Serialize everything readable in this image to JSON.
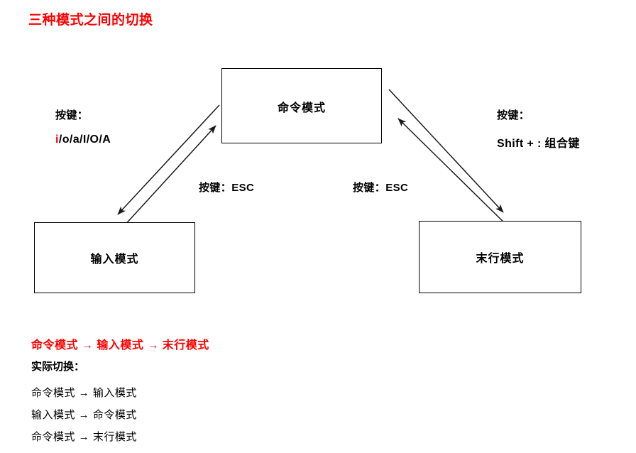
{
  "page": {
    "title": "三种模式之间的切换",
    "title_color": "#ff0000",
    "background": "#ffffff"
  },
  "diagram": {
    "type": "state-transition",
    "nodes": [
      {
        "id": "command",
        "label": "命令模式"
      },
      {
        "id": "insert",
        "label": "输入模式"
      },
      {
        "id": "lastline",
        "label": "末行模式"
      }
    ],
    "edges": [
      {
        "id": "command-to-insert",
        "from": "command",
        "to": "insert",
        "label": "按键：",
        "keys": "i/o/a/I/O/A",
        "keys_accent": "i",
        "keys_accent_color": "#ff0000"
      },
      {
        "id": "insert-to-command",
        "from": "insert",
        "to": "command",
        "label": "按键：ESC"
      },
      {
        "id": "command-to-lastline",
        "from": "command",
        "to": "lastline",
        "label": "按键：",
        "keys": "Shift + : 组合键"
      },
      {
        "id": "lastline-to-command",
        "from": "lastline",
        "to": "command",
        "label": "按键：ESC"
      }
    ]
  },
  "labels": {
    "left_key_title": "按键：",
    "left_keys": "/o/a/I/O/A",
    "left_keys_accent": "i",
    "right_key_title": "按键：",
    "right_combo": "Shift + : 组合键",
    "esc_left": "按键：ESC",
    "esc_right": "按键：ESC"
  },
  "notes": {
    "flow_summary": "命令模式 → 输入模式 →  末行模式",
    "flow_summary_color": "#ff0000",
    "actual_switch_title": "实际切换：",
    "switch_lines": [
      "命令模式 → 输入模式",
      "输入模式 → 命令模式",
      "命令模式 → 末行模式"
    ]
  }
}
